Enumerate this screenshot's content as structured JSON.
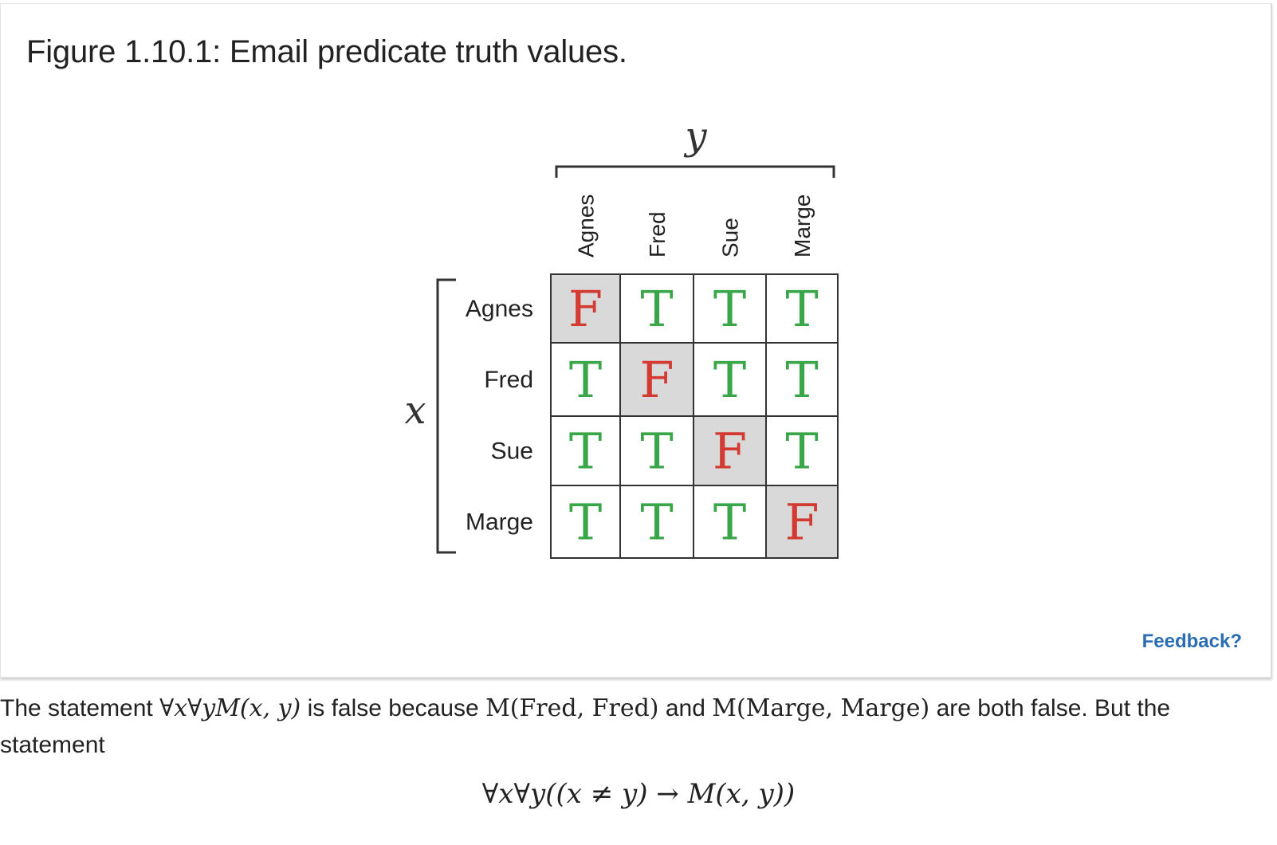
{
  "figure": {
    "caption": "Figure 1.10.1: Email predicate truth values.",
    "feedback_label": "Feedback?",
    "y_axis_label": "y",
    "x_axis_label": "x",
    "columns": [
      "Agnes",
      "Fred",
      "Sue",
      "Marge"
    ],
    "rows": [
      "Agnes",
      "Fred",
      "Sue",
      "Marge"
    ],
    "cells": [
      [
        "F",
        "T",
        "T",
        "T"
      ],
      [
        "T",
        "F",
        "T",
        "T"
      ],
      [
        "T",
        "T",
        "F",
        "T"
      ],
      [
        "T",
        "T",
        "T",
        "F"
      ]
    ],
    "colors": {
      "true": "#3aa64a",
      "false": "#d23a32",
      "diagonal_fill": "#d9d9d9",
      "grid": "#333333"
    }
  },
  "text": {
    "p1_a": "The statement ",
    "p1_math1": "∀x∀yM(x, y)",
    "p1_b": " is false because ",
    "p1_math2": "M(Fred, Fred)",
    "p1_c": " and ",
    "p1_math3": "M(Marge, Marge)",
    "p1_d": " are both false. But the statement",
    "display_equation": "∀x∀y((x ≠ y) → M(x, y))"
  }
}
